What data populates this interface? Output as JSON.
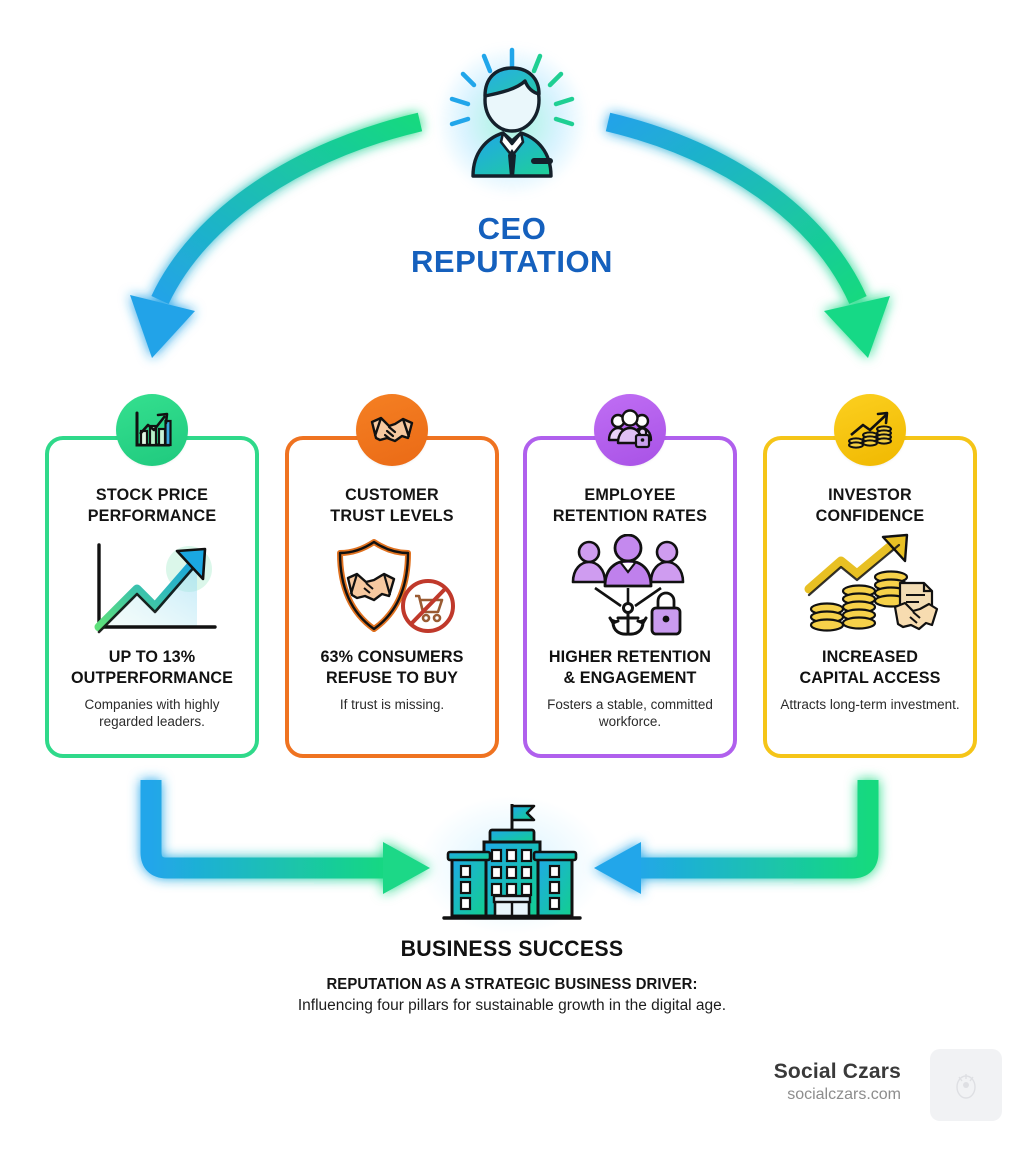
{
  "header": {
    "icon": "ceo-businessman-icon",
    "title_line1": "CEO",
    "title_line2": "REPUTATION",
    "title_color": "#1560bd"
  },
  "arrows": [
    {
      "name": "arrow-ceo-to-stock",
      "direction": "down-left",
      "gradient_from": "#16d97f",
      "gradient_to": "#22a3e8"
    },
    {
      "name": "arrow-ceo-to-investor",
      "direction": "down-right",
      "gradient_from": "#22a3e8",
      "gradient_to": "#16d97f"
    },
    {
      "name": "arrow-stock-to-success",
      "direction": "right",
      "gradient_from": "#22a3e8",
      "gradient_to": "#16d97f"
    },
    {
      "name": "arrow-investor-to-success",
      "direction": "left",
      "gradient_from": "#16d97f",
      "gradient_to": "#22a3e8"
    }
  ],
  "cards": [
    {
      "id": "stock-price-performance",
      "badge_icon": "bar-chart-growth-icon",
      "art_icon": "rising-line-chart-icon",
      "title": "STOCK PRICE\nPERFORMANCE",
      "title_line1": "STOCK PRICE",
      "title_line2": "PERFORMANCE",
      "stat_line1": "UP TO 13%",
      "stat_line2": "OUTPERFORMANCE",
      "desc": "Companies with highly regarded leaders.",
      "accent": "#2fd98a",
      "badge_from": "#35e08f",
      "badge_to": "#1fc97e"
    },
    {
      "id": "customer-trust-levels",
      "badge_icon": "handshake-icon",
      "art_icon": "shield-handshake-no-cart-icon",
      "title_line1": "CUSTOMER",
      "title_line2": "TRUST LEVELS",
      "stat_line1": "63% CONSUMERS",
      "stat_line2": "REFUSE TO BUY",
      "desc": "If trust is missing.",
      "accent": "#ef7321",
      "badge_from": "#f58023",
      "badge_to": "#ea6a16"
    },
    {
      "id": "employee-retention-rates",
      "badge_icon": "people-lock-icon",
      "art_icon": "team-anchor-padlock-icon",
      "title_line1": "EMPLOYEE",
      "title_line2": "RETENTION RATES",
      "stat_line1": "HIGHER RETENTION",
      "stat_line2": "& ENGAGEMENT",
      "desc": "Fosters a stable, committed workforce.",
      "accent": "#b060ed",
      "badge_from": "#c06ef4",
      "badge_to": "#a852e6"
    },
    {
      "id": "investor-confidence",
      "badge_icon": "coins-growth-icon",
      "art_icon": "coin-stacks-handshake-icon",
      "title_line1": "INVESTOR",
      "title_line2": "CONFIDENCE",
      "stat_line1": "INCREASED",
      "stat_line2": "CAPITAL ACCESS",
      "desc": "Attracts long-term investment.",
      "accent": "#f5c518",
      "badge_from": "#fcd020",
      "badge_to": "#f0b800"
    }
  ],
  "bottom": {
    "icon": "office-building-flag-icon",
    "title": "BUSINESS SUCCESS",
    "footer_bold": "REPUTATION AS A STRATEGIC BUSINESS DRIVER:",
    "footer_text": "Influencing four pillars for sustainable growth in the digital age."
  },
  "branding": {
    "name": "Social Czars",
    "url": "socialczars.com",
    "logo_icon": "social-czars-logo-icon"
  }
}
